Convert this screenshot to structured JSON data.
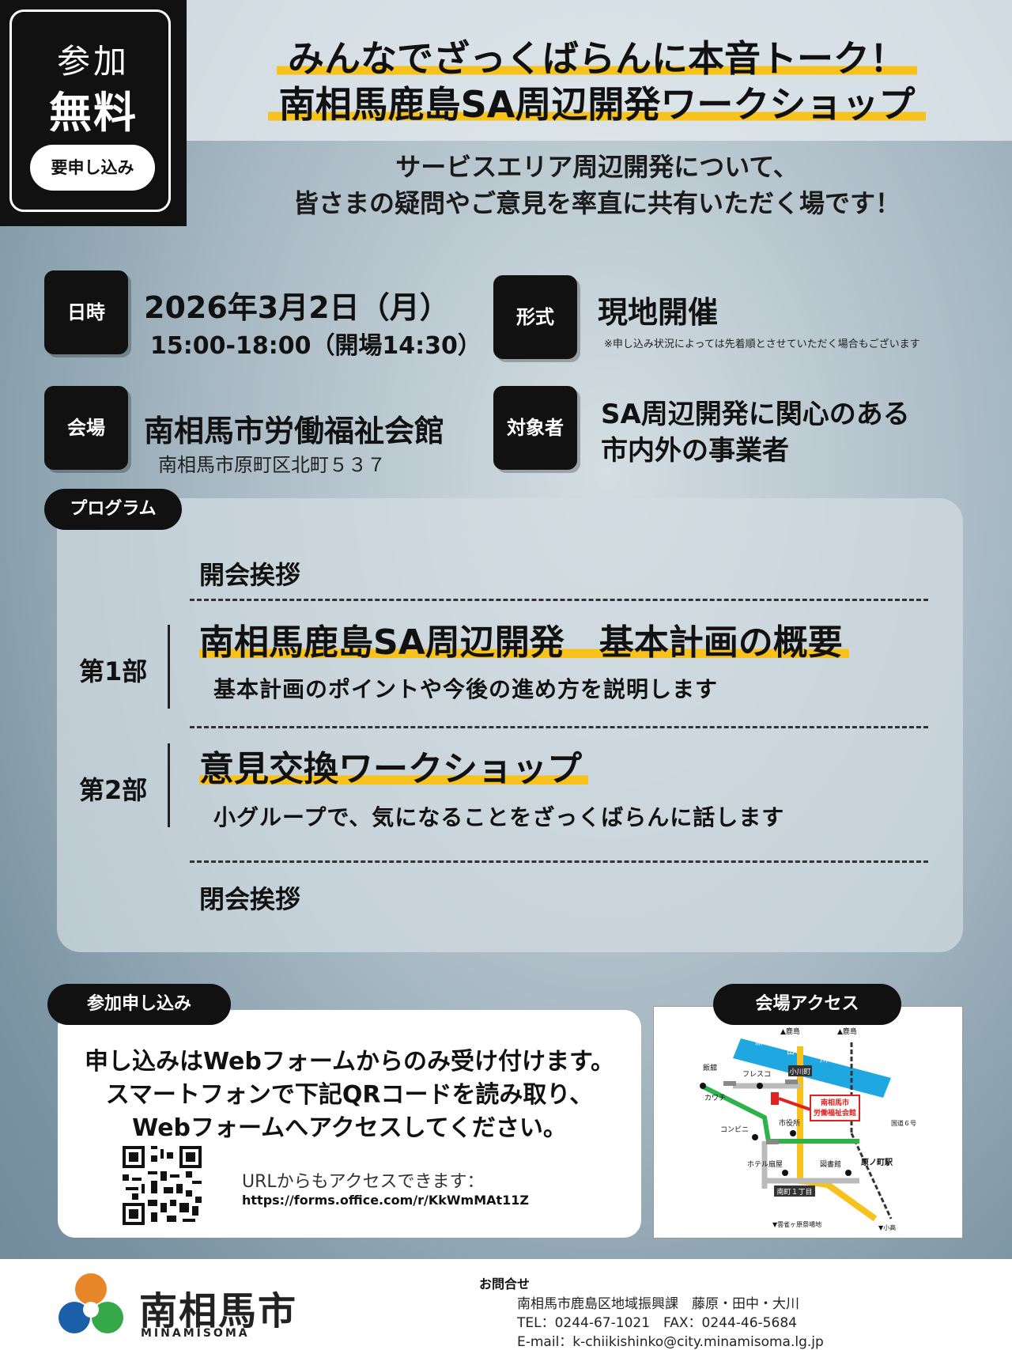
{
  "badge": {
    "line1": "参加",
    "line2": "無料",
    "button": "要申し込み"
  },
  "header": {
    "title1": "みんなでざっくばらんに本音トーク！",
    "title2": "南相馬鹿島SA周辺開発ワークショップ",
    "subtitle1": "サービスエリア周辺開発について、",
    "subtitle2": "皆さまの疑問やご意見を率直に共有いただく場です！"
  },
  "info": {
    "datetime_label": "日時",
    "date": "2026年3月2日（月）",
    "time": "15:00-18:00（開場14:30）",
    "format_label": "形式",
    "format": "現地開催",
    "format_note": "※申し込み状況によっては先着順とさせていただく場合もございます",
    "venue_label": "会場",
    "venue": "南相馬市労働福祉会館",
    "address": "南相馬市原町区北町５３７",
    "target_label": "対象者",
    "target1": "SA周辺開発に関心のある",
    "target2": "市内外の事業者"
  },
  "program": {
    "label": "プログラム",
    "opening": "開会挨拶",
    "part1_label": "第1部",
    "part1_title": "南相馬鹿島SA周辺開発　基本計画の概要",
    "part1_desc": "基本計画のポイントや今後の進め方を説明します",
    "part2_label": "第2部",
    "part2_title": "意見交換ワークショップ",
    "part2_desc": "小グループで、気になることをざっくばらんに話します",
    "closing": "閉会挨拶"
  },
  "apply": {
    "label": "参加申し込み",
    "line1": "申し込みはWebフォームからのみ受け付けます。",
    "line2": "スマートフォンで下記QRコードを読み取り、",
    "line3": "Webフォームへアクセスしてください。",
    "url_label": "URLからもアクセスできます：",
    "url": "https://forms.office.com/r/KkWmMAt11Z"
  },
  "access": {
    "label": "会場アクセス",
    "map": {
      "kashima1": "▲鹿島",
      "kashima2": "▲鹿島",
      "iitate": "飯舘",
      "kawachi": "カワチ",
      "fuleco": "フレスコ",
      "kogawa": "小川町",
      "niida1": "新",
      "niida2": "田",
      "niida3": "川",
      "venue1": "南相馬市",
      "venue2": "労働福祉会館",
      "cityhall": "市役所",
      "conbini": "コンビニ",
      "hotel": "ホテル扇屋",
      "library": "図書館",
      "minami": "南町１丁目",
      "route6": "国道６号",
      "station": "原ノ町駅",
      "odaka": "▼小高",
      "hibari": "▼雲雀ヶ原祭場地"
    }
  },
  "footer": {
    "logo": "南相馬市",
    "logo_sub": "MINAMISOMA",
    "contact_heading": "お問合せ",
    "dept": "南相馬市鹿島区地域振興課　藤原・田中・大川",
    "tel": "TEL：0244-67-1021　FAX：0244-46-5684",
    "email": "E-mail：k-chiikishinko@city.minamisoma.lg.jp"
  },
  "colors": {
    "accent": "#f7c21b",
    "dark": "#111111",
    "bg": "#a9bac4"
  }
}
